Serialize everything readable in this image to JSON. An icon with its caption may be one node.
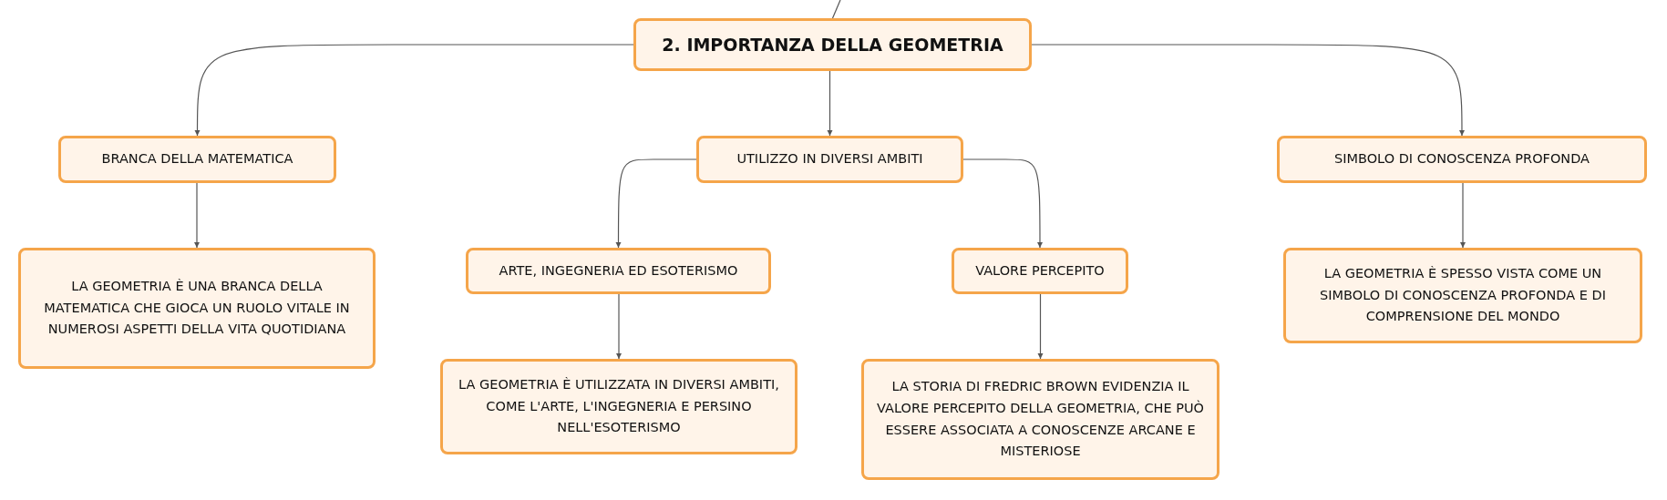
{
  "diagram": {
    "nodes": [
      {
        "text": [
          "2. IMPORTANZA DELLA GEOMETRIA"
        ]
      },
      {
        "text": [
          "BRANCA DELLA MATEMATICA"
        ]
      },
      {
        "text": [
          "UTILIZZO IN DIVERSI AMBITI"
        ]
      },
      {
        "text": [
          "SIMBOLO DI CONOSCENZA PROFONDA"
        ]
      },
      {
        "text": [
          "LA GEOMETRIA È UNA BRANCA DELLA MATEMATICA CHE GIOCA UN RUOLO VITALE IN NUMEROSI ASPETTI DELLA VITA QUOTIDIANA"
        ]
      },
      {
        "text": [
          "ARTE, INGEGNERIA ED ESOTERISMO"
        ]
      },
      {
        "text": [
          "VALORE PERCEPITO"
        ]
      },
      {
        "text": [
          "LA GEOMETRIA È SPESSO VISTA COME UN SIMBOLO DI CONOSCENZA PROFONDA E DI COMPRENSIONE DEL MONDO"
        ]
      },
      {
        "text": [
          "LA GEOMETRIA È UTILIZZATA IN DIVERSI AMBITI, COME L'ARTE, L'INGEGNERIA E PERSINO NELL'ESOTERISMO"
        ]
      },
      {
        "text": [
          "LA STORIA DI FREDRIC BROWN EVIDENZIA IL VALORE PERCEPITO DELLA GEOMETRIA, CHE PUÒ ESSERE ASSOCIATA A CONOSCENZE ARCANE E MISTERIOSE"
        ]
      }
    ],
    "edges": [
      {
        "from": null,
        "to": 0,
        "arrow": "none"
      },
      {
        "from": 0,
        "to": 1,
        "arrow": "to"
      },
      {
        "from": 0,
        "to": 2,
        "arrow": "to"
      },
      {
        "from": 0,
        "to": 3,
        "arrow": "to"
      },
      {
        "from": 1,
        "to": 4,
        "arrow": "to"
      },
      {
        "from": 2,
        "to": 5,
        "arrow": "to"
      },
      {
        "from": 2,
        "to": 6,
        "arrow": "to"
      },
      {
        "from": 3,
        "to": 7,
        "arrow": "to"
      },
      {
        "from": 5,
        "to": 8,
        "arrow": "to"
      },
      {
        "from": 6,
        "to": 9,
        "arrow": "to"
      }
    ]
  }
}
